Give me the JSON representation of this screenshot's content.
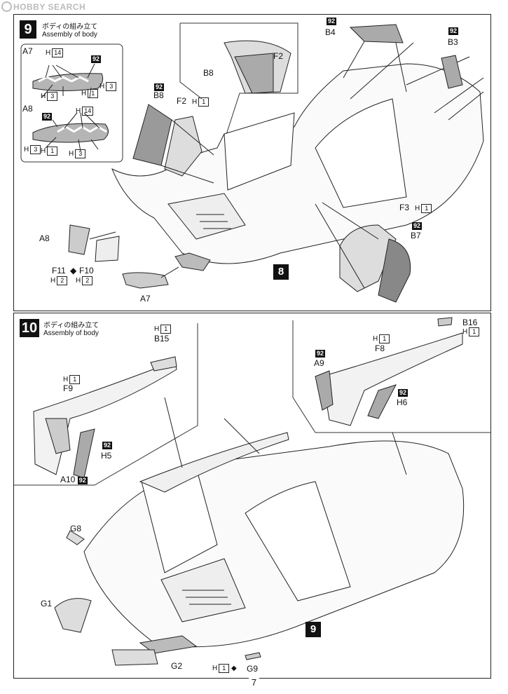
{
  "watermark": "HOBBY SEARCH",
  "page_number": "7",
  "step9": {
    "number": "9",
    "title_jp": "ボディの組み立て",
    "title_en": "Assembly of body",
    "subassembly": {
      "a7": {
        "label": "A7",
        "h_top": "14",
        "h_left": "3",
        "h_mid": "1",
        "h_right": "3",
        "paint": "92"
      },
      "a8": {
        "label": "A8",
        "h_top": "14",
        "h_left": "3",
        "h_mid": "1",
        "h_right": "3",
        "paint": "92"
      }
    },
    "parts": {
      "b4": {
        "label": "B4",
        "paint": "92"
      },
      "b3": {
        "label": "B3",
        "paint": "92"
      },
      "b8_inset": "B8",
      "f2_inset": "F2",
      "b8": {
        "label": "B8",
        "paint": "92"
      },
      "f2": {
        "label": "F2",
        "h": "1"
      },
      "f3": {
        "label": "F3",
        "h": "1"
      },
      "b7": {
        "label": "B7",
        "paint": "92"
      },
      "a8": "A8",
      "f11": {
        "label": "F11",
        "h": "2"
      },
      "f10": {
        "label": "F10",
        "h": "2"
      },
      "a7": "A7",
      "h_letter": "H"
    },
    "ref_step": "8"
  },
  "step10": {
    "number": "10",
    "title_jp": "ボディの組み立て",
    "title_en": "Assembly of body",
    "parts": {
      "b15": {
        "label": "B15",
        "h": "1"
      },
      "f9": {
        "label": "F9",
        "h": "1"
      },
      "h5": {
        "label": "H5",
        "paint": "92"
      },
      "a10": {
        "label": "A10",
        "paint": "92"
      },
      "b16": {
        "label": "B16",
        "h": "1"
      },
      "f8": {
        "label": "F8",
        "h": "1"
      },
      "a9": {
        "label": "A9",
        "paint": "92"
      },
      "h6": {
        "label": "H6",
        "paint": "92"
      },
      "g8": "G8",
      "g1": "G1",
      "g2": "G2",
      "g9": {
        "label": "G9",
        "h": "1"
      },
      "h_letter": "H"
    },
    "ref_step": "9"
  },
  "colors": {
    "ink": "#111111",
    "line": "#222222",
    "shade": "#9a9a9a",
    "paint_box": "#111111"
  }
}
